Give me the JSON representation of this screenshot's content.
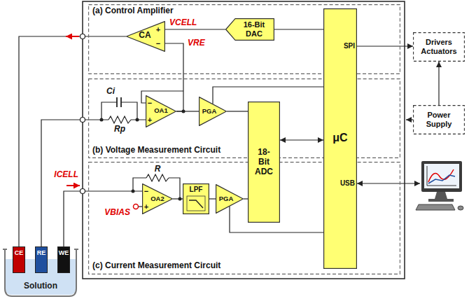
{
  "diagram": {
    "nodes": [
      {
        "text": [
          "(a) Control Amplifier"
        ]
      },
      {
        "text": [
          "CA"
        ],
        "in": 0
      },
      {
        "text": [
          "16-Bit DAC"
        ],
        "in": 0
      },
      {
        "text": [
          "μC",
          "SPI",
          "USB"
        ]
      },
      {
        "text": [
          "Drivers Actuators"
        ]
      },
      {
        "text": [
          "(b) Voltage Measurement Circuit"
        ]
      },
      {
        "text": [
          "OA1"
        ],
        "in": 5
      },
      {
        "text": [
          "PGA"
        ],
        "in": 5
      },
      {
        "text": [
          "18-Bit ADC"
        ]
      },
      {
        "text": [
          "Power Supply"
        ]
      },
      {
        "text": [
          "(c) Current Measurement Circuit"
        ]
      },
      {
        "text": [
          "OA2"
        ],
        "in": 10
      },
      {
        "text": [
          "LPF"
        ],
        "in": 10
      },
      {
        "text": [
          "PGA"
        ],
        "in": 10
      },
      {
        "text": [
          "Solution"
        ]
      },
      {
        "text": [
          "CE"
        ],
        "in": 14
      },
      {
        "text": [
          "RE"
        ],
        "in": 14
      },
      {
        "text": [
          "WE"
        ],
        "in": 14
      }
    ],
    "edges": [
      {
        "from": 2,
        "to": 1,
        "label": "VCELL",
        "arrow": "none"
      },
      {
        "from": 3,
        "to": 2,
        "arrow": "none"
      },
      {
        "from": 16,
        "to": 6,
        "arrow": "none"
      },
      {
        "from": 6,
        "to": 1,
        "label": "VRE",
        "arrow": "none"
      },
      {
        "from": 6,
        "to": 7,
        "arrow": "none"
      },
      {
        "from": 7,
        "to": 8,
        "arrow": "none"
      },
      {
        "from": 8,
        "to": 3,
        "arrow": "both"
      },
      {
        "from": 3,
        "to": 7,
        "arrow": "none"
      },
      {
        "from": 17,
        "to": 11,
        "label": "ICELL",
        "arrow": "none"
      },
      {
        "from": 11,
        "to": 12,
        "arrow": "none"
      },
      {
        "from": 12,
        "to": 13,
        "arrow": "none"
      },
      {
        "from": 13,
        "to": 8,
        "arrow": "none"
      },
      {
        "from": 3,
        "to": 13,
        "arrow": "none"
      },
      {
        "from": 1,
        "to": 15,
        "arrow": "none"
      },
      {
        "from": 3,
        "to": 4,
        "arrow": "to"
      },
      {
        "from": 9,
        "to": 4,
        "arrow": "to"
      }
    ],
    "labels": [
      "+",
      "−",
      "Ci",
      "Rp",
      "−",
      "+",
      "R",
      "−",
      "+",
      "VBIAS"
    ]
  }
}
